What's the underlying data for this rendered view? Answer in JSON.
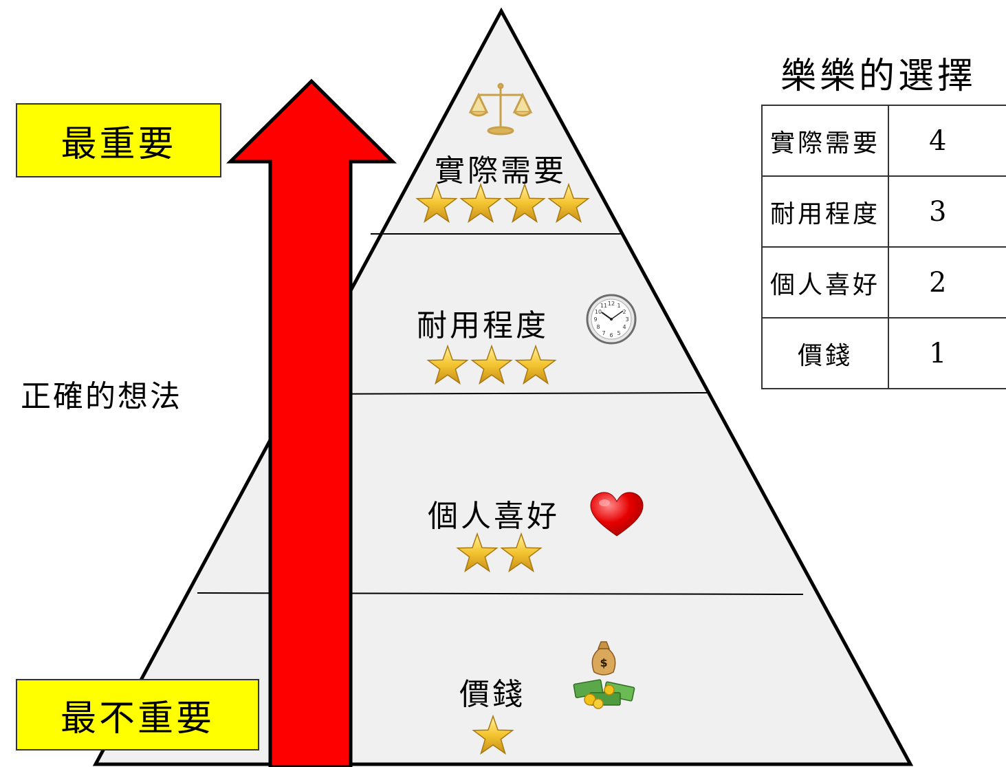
{
  "labels": {
    "most_important": "最重要",
    "least_important": "最不重要",
    "correct_thinking": "正確的想法"
  },
  "pyramid": {
    "layers": [
      {
        "name": "實際需要",
        "stars": 4,
        "icon": "scale-icon"
      },
      {
        "name": "耐用程度",
        "stars": 3,
        "icon": "clock-icon"
      },
      {
        "name": "個人喜好",
        "stars": 2,
        "icon": "heart-icon"
      },
      {
        "name": "價錢",
        "stars": 1,
        "icon": "money-icon"
      }
    ]
  },
  "choice": {
    "title": "樂樂的選擇",
    "rows": [
      {
        "criterion": "實際需要",
        "score": "4"
      },
      {
        "criterion": "耐用程度",
        "score": "3"
      },
      {
        "criterion": "個人喜好",
        "score": "2"
      },
      {
        "criterion": "價錢",
        "score": "1"
      }
    ]
  },
  "colors": {
    "arrow": "#ff0000",
    "label_bg": "#ffff00",
    "pyramid_fill": "#f0f0f0",
    "star": "#f2c21b"
  }
}
